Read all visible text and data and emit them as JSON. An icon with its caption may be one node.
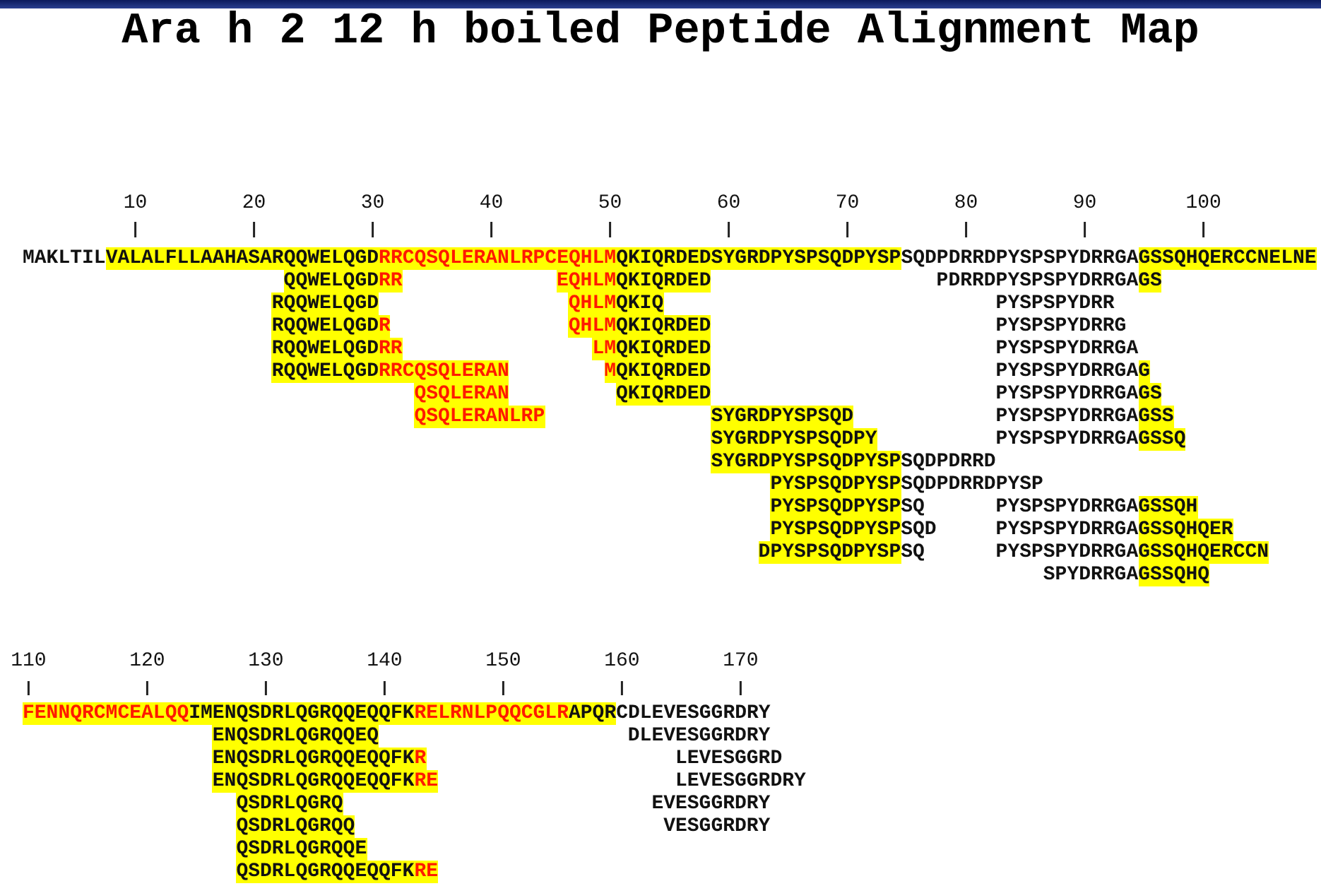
{
  "diagram": {
    "title": "Ara h 2 12 h boiled Peptide Alignment Map",
    "labels": [
      "10",
      "20",
      "30",
      "40",
      "50",
      "60",
      "70",
      "80",
      "90",
      "100",
      "MAKLTILVALALFLLAAHASARQQWELQGDRRCQSQLERANLRPCEQHLMQKIQRDEDSYGRDPYSPSQDPYSPSQDPDRRDPYSPSPYDRRGAGSSQHQERCCNELNE",
      "QQWELQGDRR",
      "EQHLMQKIQRDED",
      "PDRRDPYSPSPYDRRGAGS",
      "RQQWELQGD",
      "QHLMQKIQ",
      "PYSPSPYDRR",
      "RQQWELQGDR",
      "QHLMQKIQRDED",
      "PYSPSPYDRRG",
      "RQQWELQGDRR",
      "LMQKIQRDED",
      "PYSPSPYDRRGA",
      "RQQWELQGDRRCQSQLERAN",
      "MQKIQRDED",
      "PYSPSPYDRRGAG",
      "QSQLERAN",
      "QKIQRDED",
      "PYSPSPYDRRGAGS",
      "QSQLERANLRP",
      "SYGRDPYSPSQD",
      "PYSPSPYDRRGAGSS",
      "SYGRDPYSPSQDPY",
      "PYSPSPYDRRGAGSSQ",
      "SYGRDPYSPSQDPYSPSQDPDRRD",
      "PYSPSQDPYSPSQDPDRRDPYSP",
      "PYSPSQDPYSPSQ",
      "PYSPSPYDRRGAGSSQH",
      "PYSPSQDPYSPSQD",
      "PYSPSPYDRRGAGSSQHQER",
      "DPYSPSQDPYSPSQ",
      "PYSPSPYDRRGAGSSQHQERCCN",
      "SPYDRRGAGSSQHQ",
      "110",
      "120",
      "130",
      "140",
      "150",
      "160",
      "170",
      "FENNQRCMCEALQQIMENQSDRLQGRQQEQQFKRELRNLPQQCGLRAPQRCDLEVESGGRDRY",
      "ENQSDRLQGRQQEQ",
      "DLEVESGGRDRY",
      "ENQSDRLQGRQQEQQFKR",
      "LEVESGGRD",
      "ENQSDRLQGRQQEQQFKRE",
      "LEVESGGRDRY",
      "QSDRLQGRQ",
      "EVESGGRDRY",
      "QSDRLQGRQQ",
      "VESGGRDRY",
      "QSDRLQGRQQE",
      "QSDRLQGRQQEQQFKRE"
    ]
  }
}
